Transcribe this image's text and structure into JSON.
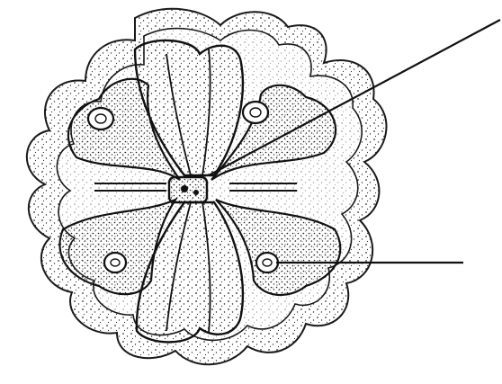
{
  "figure": {
    "kind": "labeled-specimen-drawing",
    "background": "#ffffff",
    "ink": "#1a1a1a",
    "stipple": "#3a3a3a",
    "leader_lines": [
      {
        "id": "upper-leader",
        "label": ""
      },
      {
        "id": "lower-leader",
        "label": ""
      }
    ]
  }
}
